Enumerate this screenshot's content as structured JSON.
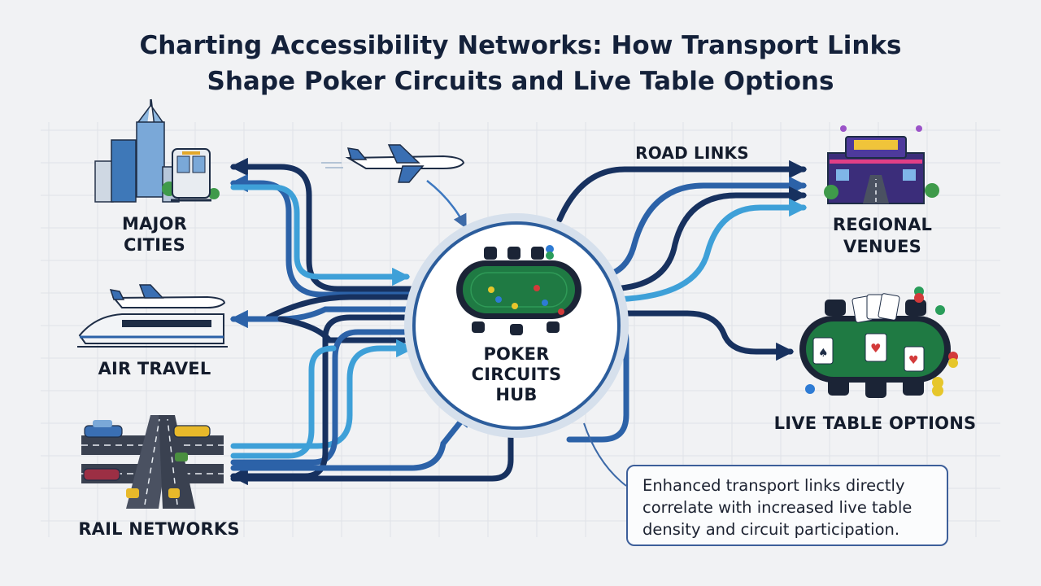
{
  "title_line1": "Charting Accessibility Networks: How Transport Links",
  "title_line2": "Shape Poker Circuits and Live Table Options",
  "nodes": {
    "major_cities": {
      "line1": "MAJOR",
      "line2": "CITIES"
    },
    "air_travel": "AIR TRAVEL",
    "rail_networks": "RAIL NETWORKS",
    "hub": {
      "line1": "POKER",
      "line2": "CIRCUITS HUB"
    },
    "road_links": "ROAD LINKS",
    "regional_venues": {
      "line1": "REGIONAL",
      "line2": "VENUES"
    },
    "live_table_options": "LIVE TABLE OPTIONS"
  },
  "callout": "Enhanced transport links directly correlate with increased live table density and circuit participation.",
  "colors": {
    "dark_blue": "#17315f",
    "mid_blue": "#2c62a8",
    "light_blue": "#3ea0d8",
    "felt_green": "#1f7a43",
    "background": "#f1f2f4"
  },
  "icons": [
    "skyline-icon",
    "metro-train-icon",
    "airplane-icon",
    "bullet-train-icon",
    "road-intersection-icon",
    "car-icon",
    "casino-building-icon",
    "poker-table-icon",
    "playing-cards-icon",
    "chip-stack-icon"
  ]
}
